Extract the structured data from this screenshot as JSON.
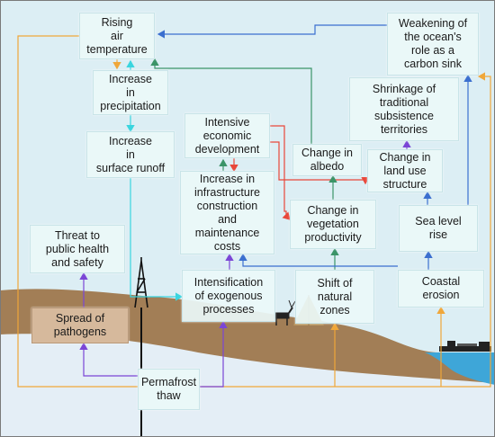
{
  "nodes": {
    "rising_air_temperature": "Rising\nair\ntemperature",
    "increase_in_precipitation": "Increase\nin\nprecipitation",
    "increase_in_surface_runoff": "Increase\nin\nsurface runoff",
    "intensive_economic_development": "Intensive\neconomic\ndevelopment",
    "increase_in_infrastructure_costs": "Increase in\ninfrastructure\nconstruction\nand\nmaintenance\ncosts",
    "intensification_of_exogenous_processes": "Intensification\nof exogenous\nprocesses",
    "threat_to_public_health": "Threat to\npublic health\nand safety",
    "spread_of_pathogens": "Spread of\npathogens",
    "permafrost_thaw": "Permafrost\nthaw",
    "shift_of_natural_zones": "Shift of\nnatural\nzones",
    "change_in_albedo": "Change in\nalbedo",
    "change_in_vegetation_productivity": "Change in\nvegetation\nproductivity",
    "shrinkage_of_territories": "Shrinkage of\ntraditional\nsubsistence\nterritories",
    "change_in_land_use_structure": "Change in\nland use\nstructure",
    "sea_level_rise": "Sea level\nrise",
    "coastal_erosion": "Coastal\nerosion",
    "weakening_ocean_carbon_sink": "Weakening of\nthe ocean's\nrole as a\ncarbon sink"
  },
  "colors": {
    "background": "#dceef4",
    "ground": "#a27e56",
    "sea": "#3ea6d8",
    "arrow_orange": "#f0a73a",
    "arrow_cyan": "#3ad5df",
    "arrow_purple": "#7b46d6",
    "arrow_red": "#e8473a",
    "arrow_green": "#3b9468",
    "arrow_blue": "#3b6fcf"
  }
}
